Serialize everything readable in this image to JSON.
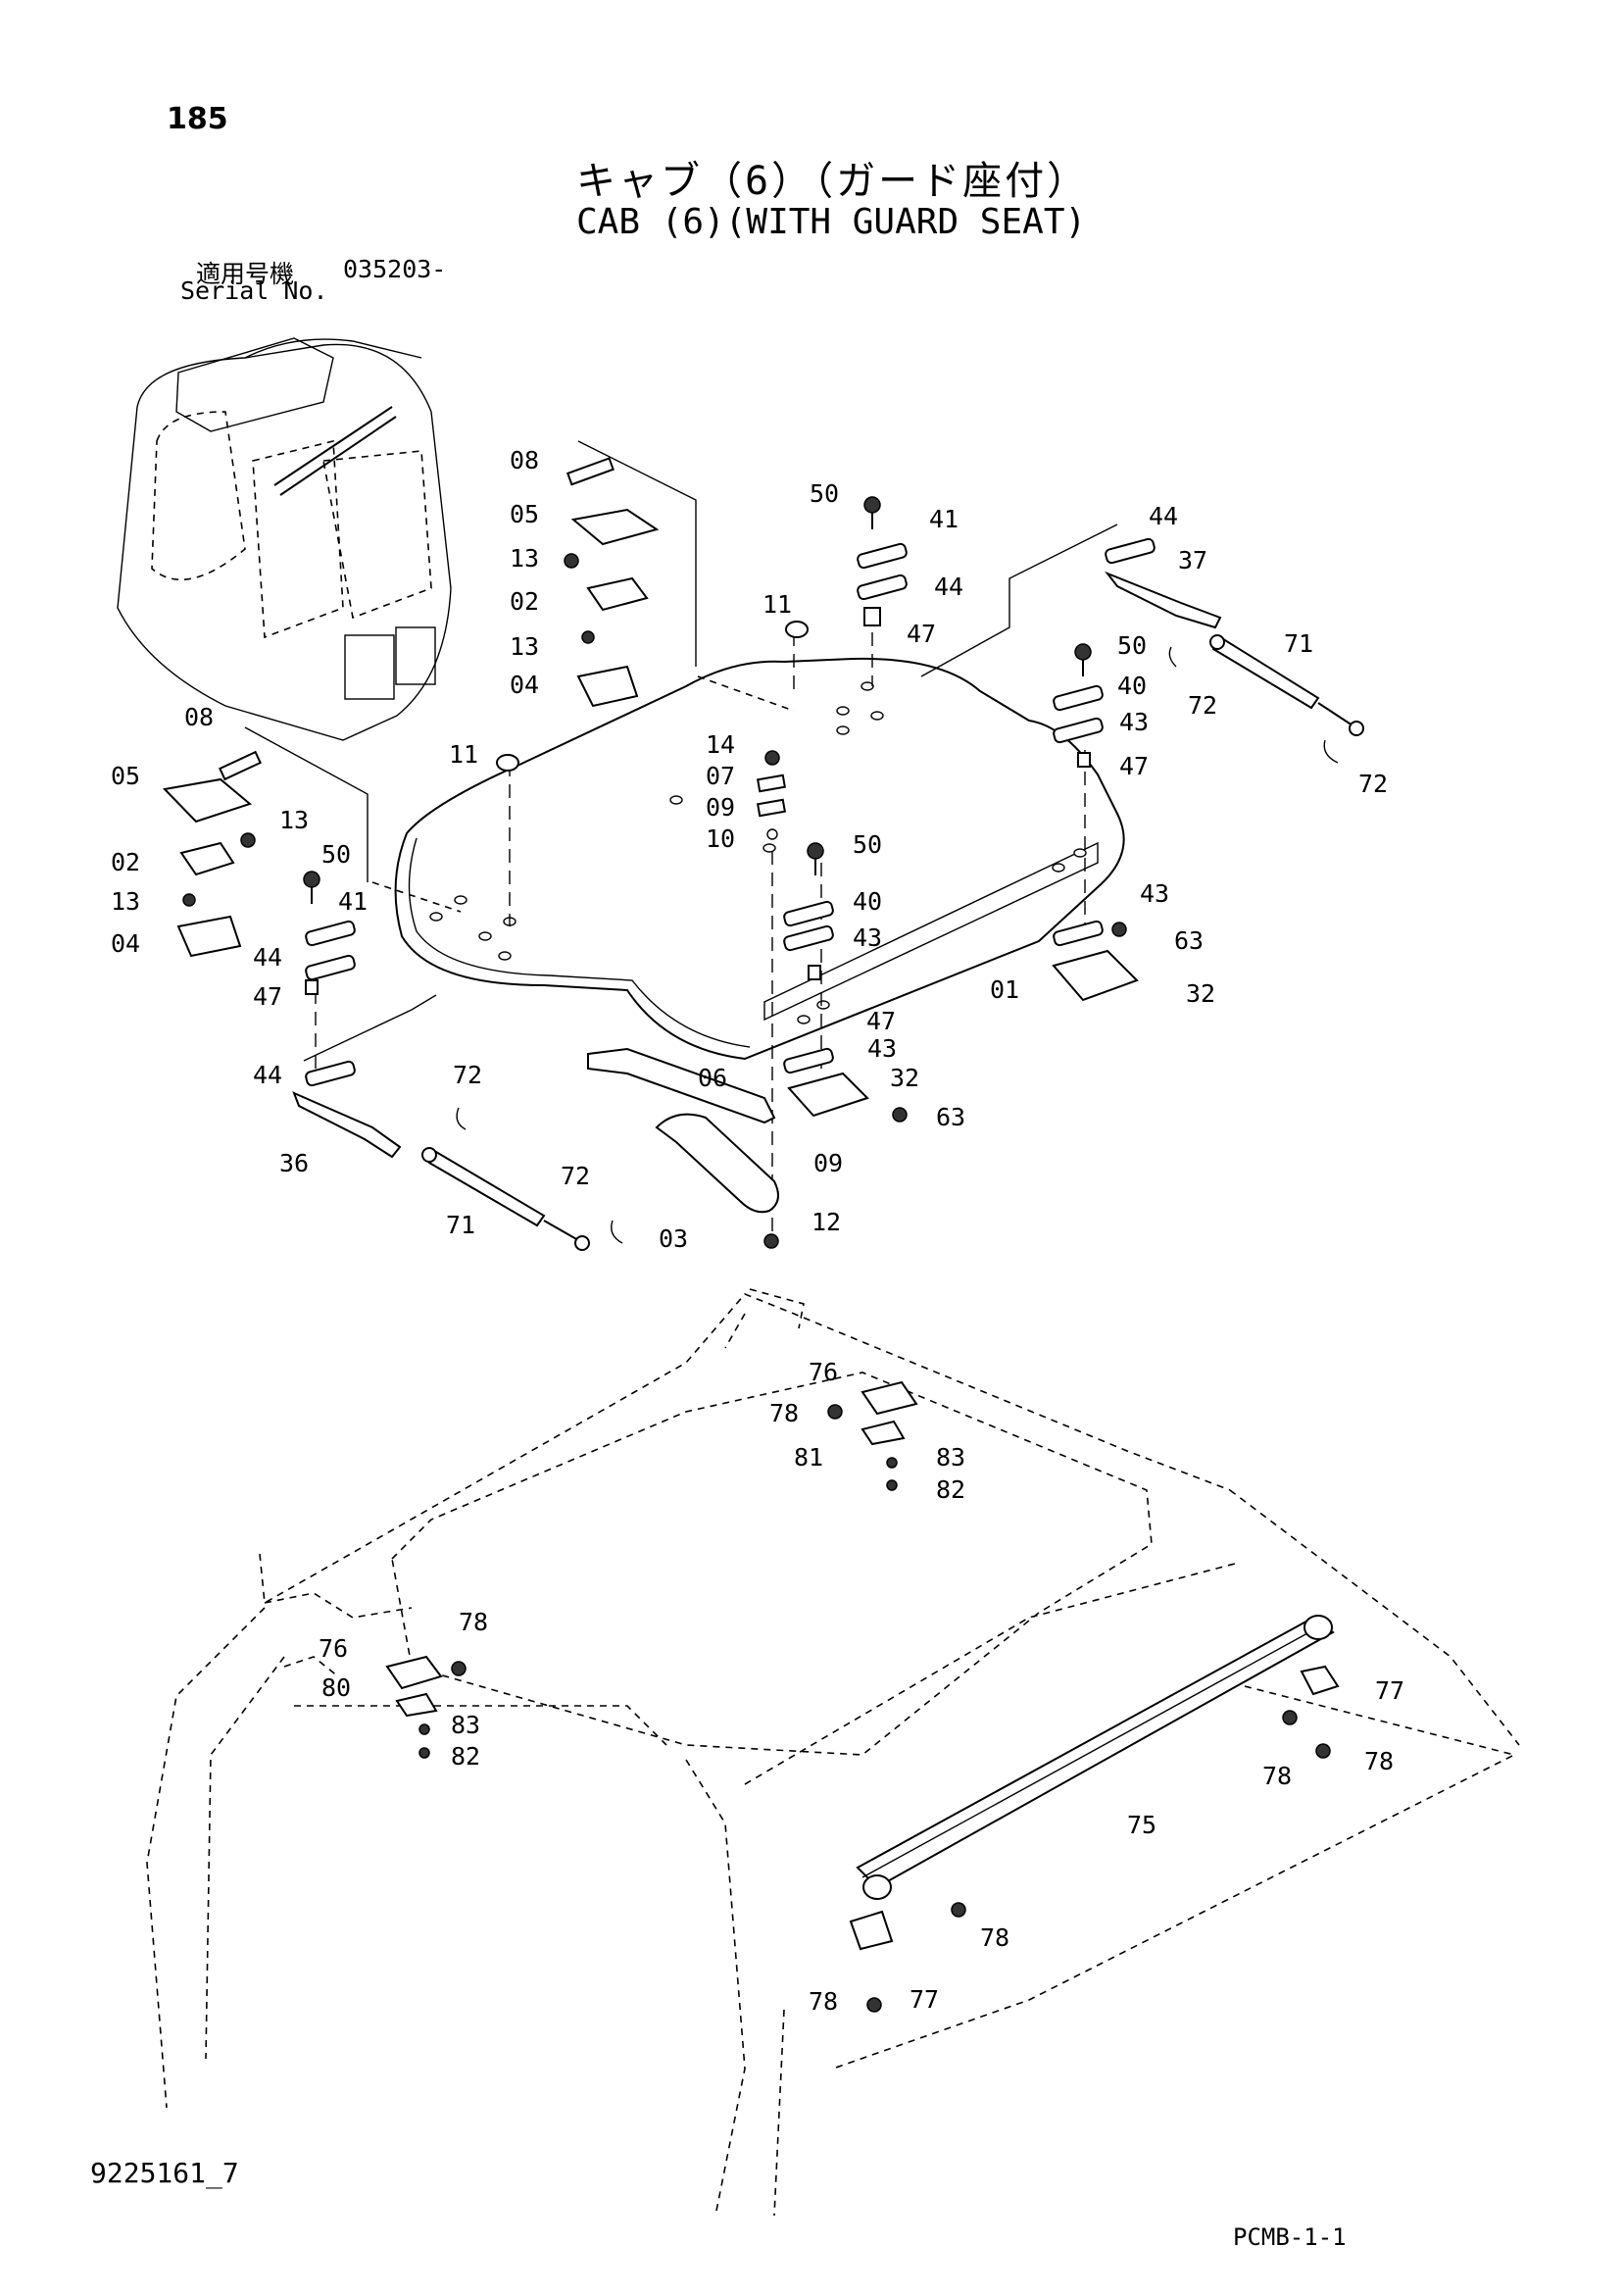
{
  "header": {
    "page_number": "185",
    "title_jp": "キャブ（6）（ガード座付）",
    "title_en": "CAB (6)(WITH GUARD SEAT)",
    "serial_label_jp": "適用号機",
    "serial_value": "035203-",
    "serial_label_en": "Serial No."
  },
  "footer": {
    "doc_code": "9225161_7",
    "section_code": "PCMB-1-1"
  },
  "callouts": {
    "c08a": "08",
    "c05a": "05",
    "c13a": "13",
    "c02a": "02",
    "c13b": "13",
    "c04a": "04",
    "c50a": "50",
    "c41a": "41",
    "c44a": "44",
    "c47a": "47",
    "c11a": "11",
    "c44b": "44",
    "c37": "37",
    "c71a": "71",
    "c72a": "72",
    "c72b": "72",
    "c50b": "50",
    "c40a": "40",
    "c43a": "43",
    "c47b": "47",
    "c08b": "08",
    "c05b": "05",
    "c13c": "13",
    "c02b": "02",
    "c13d": "13",
    "c04b": "04",
    "c11b": "11",
    "c14": "14",
    "c07": "07",
    "c09a": "09",
    "c10": "10",
    "c50c": "50",
    "c40b": "40",
    "c43b": "43",
    "c47c": "47",
    "c01": "01",
    "c43c": "43",
    "c63a": "63",
    "c32a": "32",
    "c50d": "50",
    "c41b": "41",
    "c44c": "44",
    "c47d": "47",
    "c43d": "43",
    "c32b": "32",
    "c63b": "63",
    "c09b": "09",
    "c44d": "44",
    "c36": "36",
    "c72c": "72",
    "c72d": "72",
    "c71b": "71",
    "c06": "06",
    "c03": "03",
    "c12": "12",
    "c76a": "76",
    "c78a": "78",
    "c81": "81",
    "c83a": "83",
    "c82a": "82",
    "c76b": "76",
    "c78b": "78",
    "c80": "80",
    "c83b": "83",
    "c82b": "82",
    "c77a": "77",
    "c78c": "78",
    "c78d": "78",
    "c75": "75",
    "c78e": "78",
    "c77b": "77",
    "c78f": "78"
  }
}
